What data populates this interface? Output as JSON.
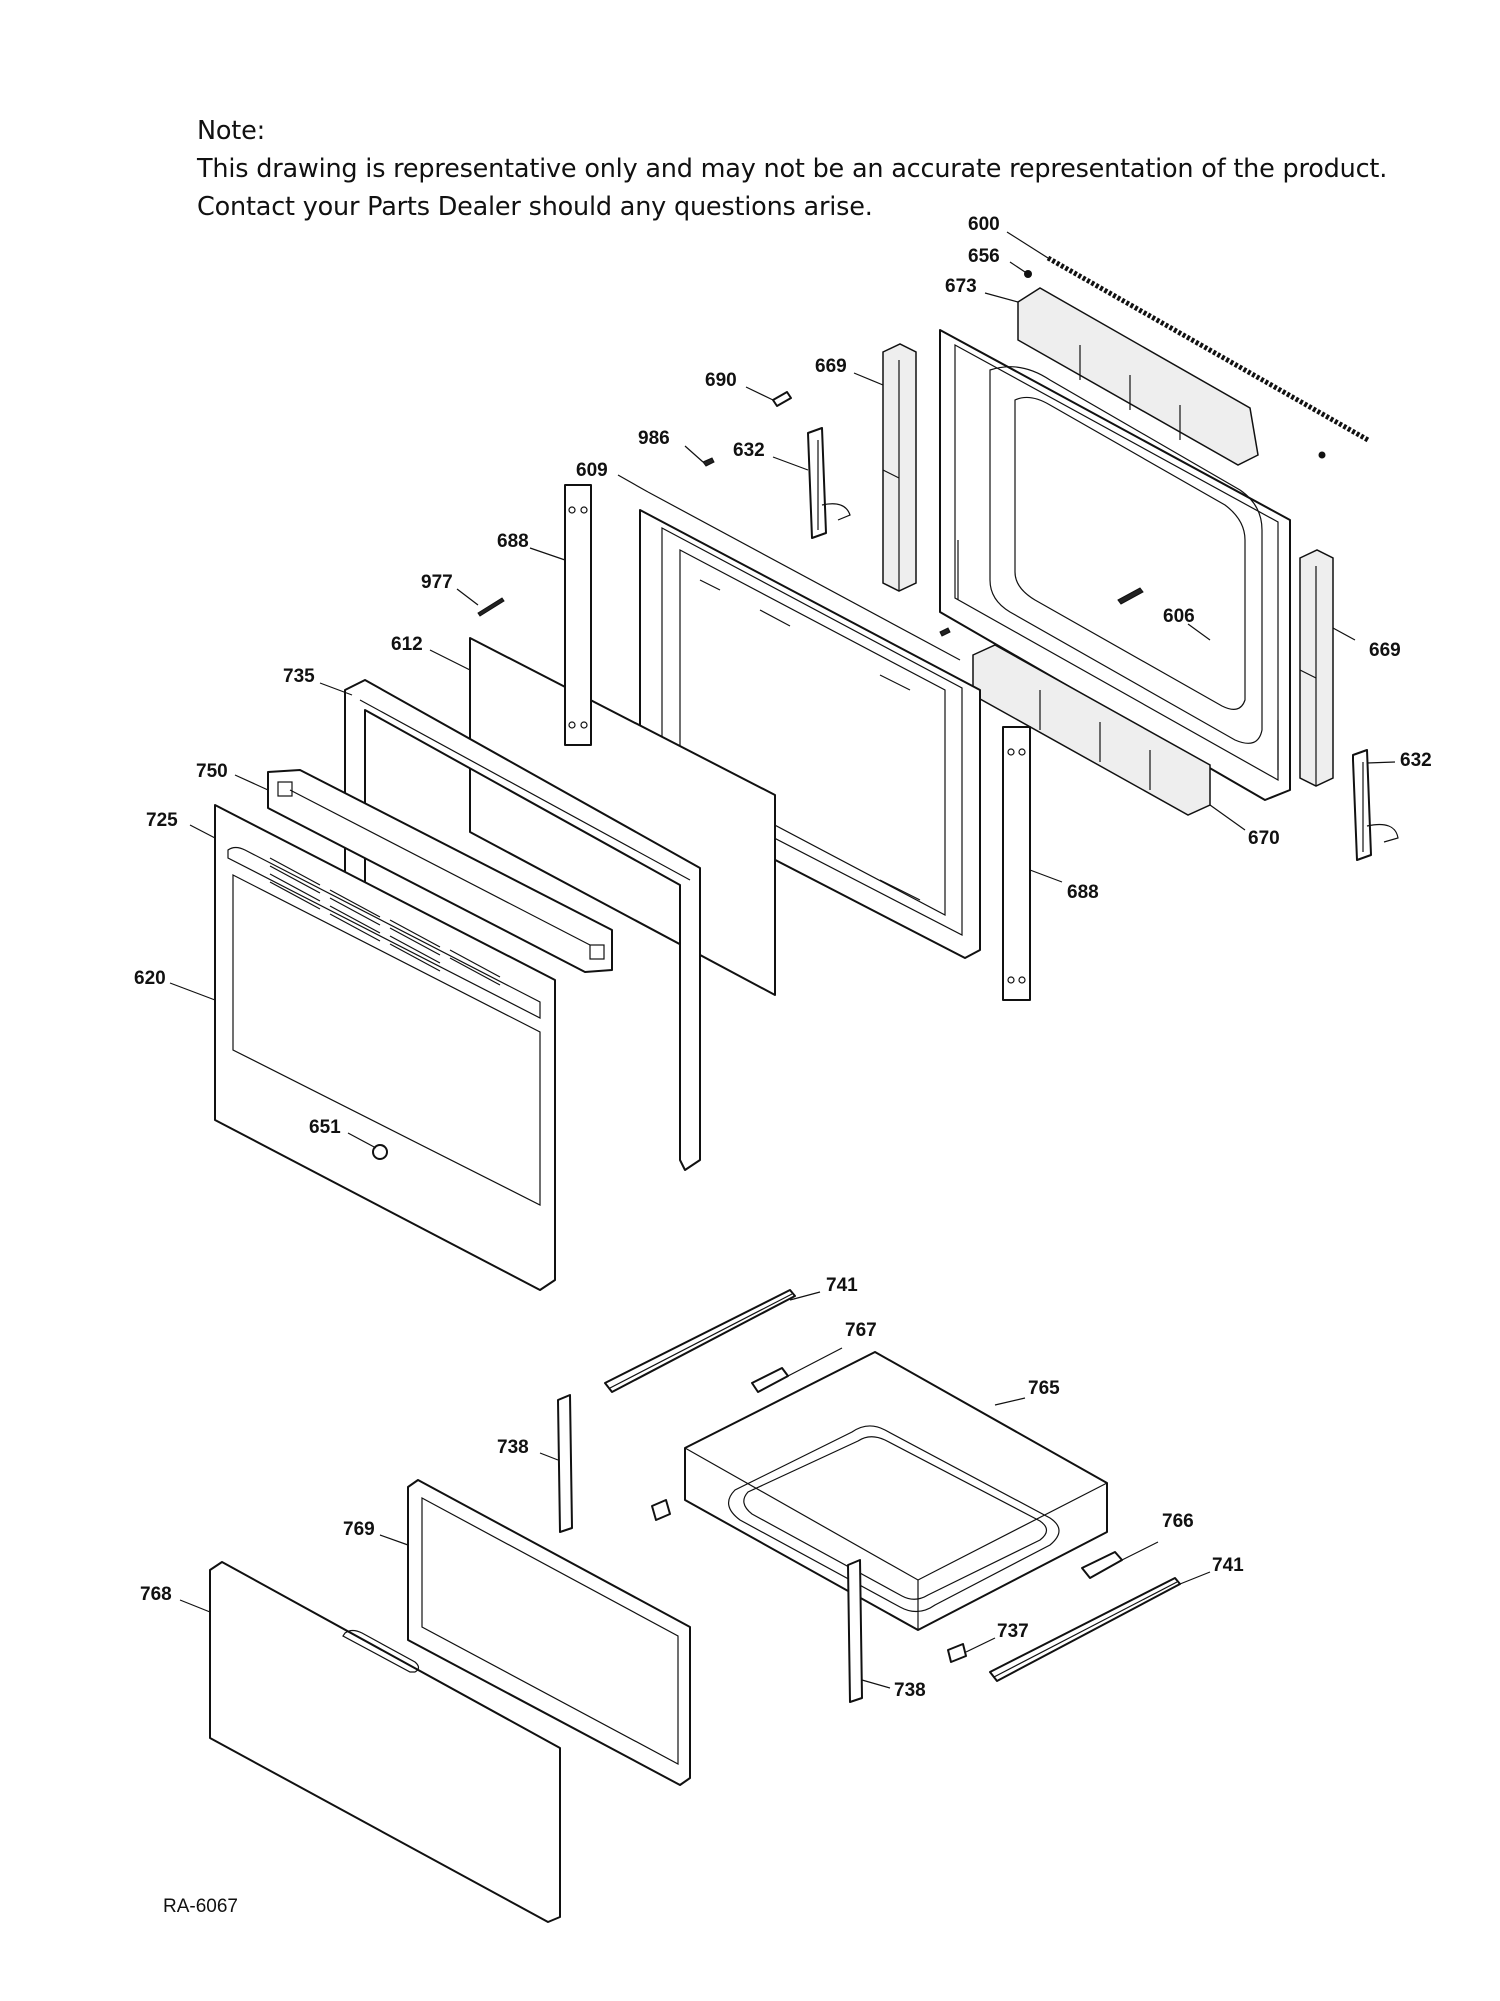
{
  "note": {
    "heading": "Note:",
    "line1": "This drawing is representative only and may not be an accurate representation of the product.",
    "line2": "Contact your Parts Dealer should any questions arise."
  },
  "diagram_code": "RA-6067",
  "parts": [
    {
      "key": "p600",
      "label": "600"
    },
    {
      "key": "p656",
      "label": "656"
    },
    {
      "key": "p673",
      "label": "673"
    },
    {
      "key": "p669a",
      "label": "669"
    },
    {
      "key": "p690",
      "label": "690"
    },
    {
      "key": "p986",
      "label": "986"
    },
    {
      "key": "p632a",
      "label": "632"
    },
    {
      "key": "p609",
      "label": "609"
    },
    {
      "key": "p688a",
      "label": "688"
    },
    {
      "key": "p977",
      "label": "977"
    },
    {
      "key": "p612",
      "label": "612"
    },
    {
      "key": "p735",
      "label": "735"
    },
    {
      "key": "p606",
      "label": "606"
    },
    {
      "key": "p669b",
      "label": "669"
    },
    {
      "key": "p632b",
      "label": "632"
    },
    {
      "key": "p670",
      "label": "670"
    },
    {
      "key": "p750",
      "label": "750"
    },
    {
      "key": "p725",
      "label": "725"
    },
    {
      "key": "p688b",
      "label": "688"
    },
    {
      "key": "p620",
      "label": "620"
    },
    {
      "key": "p651",
      "label": "651"
    },
    {
      "key": "p741a",
      "label": "741"
    },
    {
      "key": "p767",
      "label": "767"
    },
    {
      "key": "p765",
      "label": "765"
    },
    {
      "key": "p738a",
      "label": "738"
    },
    {
      "key": "p769",
      "label": "769"
    },
    {
      "key": "p766",
      "label": "766"
    },
    {
      "key": "p741b",
      "label": "741"
    },
    {
      "key": "p768",
      "label": "768"
    },
    {
      "key": "p737",
      "label": "737"
    },
    {
      "key": "p738b",
      "label": "738"
    }
  ]
}
